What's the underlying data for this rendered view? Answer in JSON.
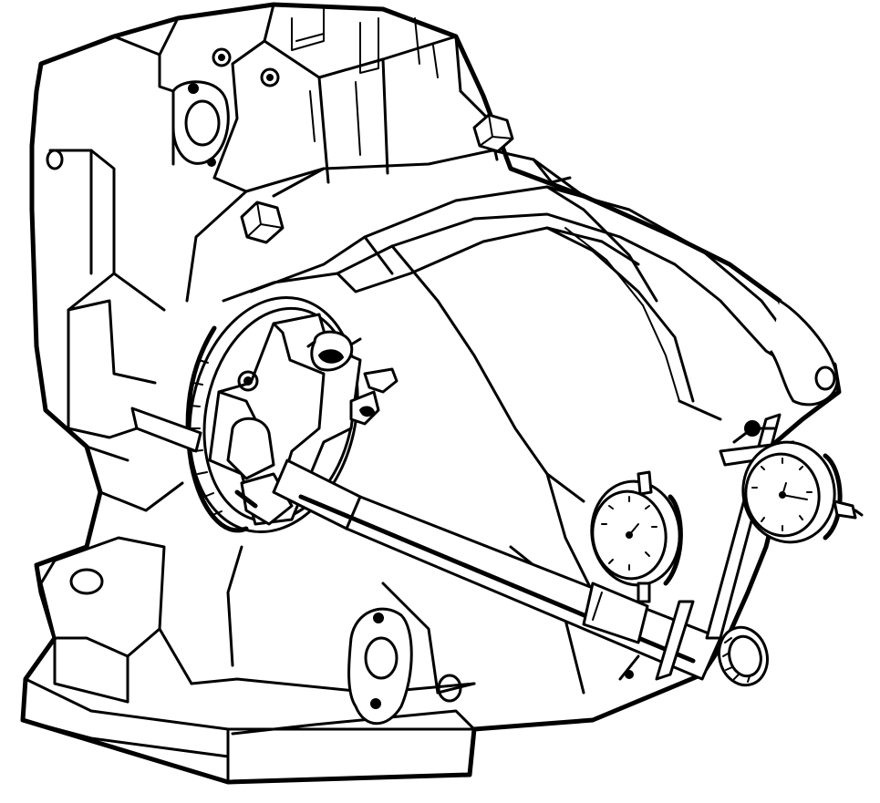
{
  "illustration": {
    "subject": "gearbox-housing-bore-alignment-check",
    "style": "black ink line drawing on white background",
    "colors": {
      "background": "#ffffff",
      "ink": "#000000"
    },
    "parts": [
      "housing-casting",
      "mounting-bolts",
      "bell-housing-rim",
      "faceplate-fixture",
      "wing-nuts",
      "mandrel-bar",
      "dial-gauge-lower",
      "dial-gauge-upper",
      "gauge-bracket",
      "knurled-end-cap"
    ]
  }
}
